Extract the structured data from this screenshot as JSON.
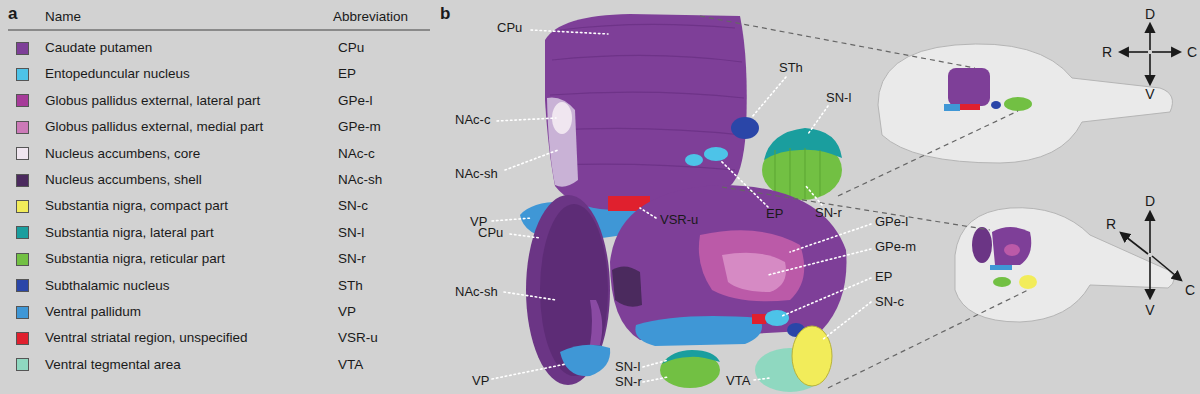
{
  "diagram": {
    "labels": [
      "a",
      "Name",
      "Abbreviation",
      "CPu",
      "EP",
      "GPe-l",
      "GPe-m",
      "NAc-c",
      "NAc-sh",
      "SN-c",
      "SN-l",
      "SN-r",
      "STh",
      "VP",
      "VSR-u",
      "VTA",
      "b",
      "CPu",
      "NAc-c",
      "NAc-sh",
      "VP",
      "VSR-u",
      "STh",
      "SN-l",
      "EP",
      "SN-r",
      "D",
      "R",
      "C",
      "V",
      "CPu",
      "NAc-sh",
      "VP",
      "SN-l",
      "SN-r",
      "VTA",
      "GPe-l",
      "GPe-m",
      "EP",
      "SN-c",
      "D",
      "R",
      "C",
      "V"
    ],
    "legend": [
      {
        "text": "Caudate putamen",
        "color": "#7e3f98"
      },
      {
        "text": "Entopeduncular nucleus",
        "color": "#4dc3e8"
      },
      {
        "text": "Globus pallidus external, lateral part",
        "color": "#a63b99"
      },
      {
        "text": "Globus pallidus external, medial part",
        "color": "#cc7ab8"
      },
      {
        "text": "Nucleus accumbens, core",
        "color": "#f0e6f0"
      },
      {
        "text": "Nucleus accumbens, shell",
        "color": "#4b2a5e"
      },
      {
        "text": "Substantia nigra, compact part",
        "color": "#f2ec5a"
      },
      {
        "text": "Substantia nigra, lateral part",
        "color": "#1a9e9e"
      },
      {
        "text": "Substantia nigra, reticular part",
        "color": "#72c043"
      },
      {
        "text": "Subthalamic nucleus",
        "color": "#2a46a8"
      },
      {
        "text": "Ventral pallidum",
        "color": "#3f97d6"
      },
      {
        "text": "Ventral striatal region, unspecified",
        "color": "#e0202e"
      },
      {
        "text": "Ventral tegmental area",
        "color": "#8fd8c0"
      }
    ]
  }
}
